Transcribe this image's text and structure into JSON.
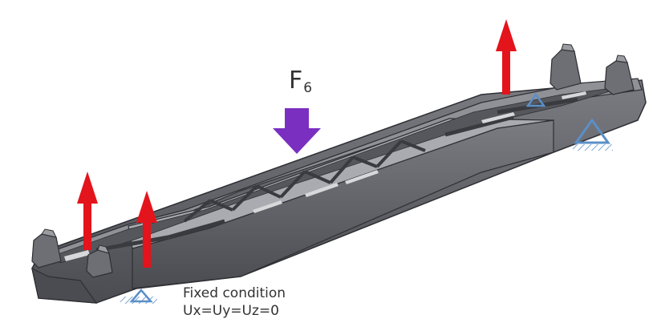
{
  "figure": {
    "load_label": {
      "main": "F",
      "subscript": "6"
    },
    "fixed_condition": {
      "title": "Fixed condition",
      "equation": "Ux=Uy=Uz=0"
    },
    "colors": {
      "frame_dark": "#4b4d52",
      "frame_mid": "#6d6f75",
      "frame_light": "#8f9197",
      "frame_top": "#a9abb0",
      "lift_arrow": "#e3141b",
      "load_arrow": "#7a2fc0",
      "support": "#5b8fc7"
    }
  }
}
